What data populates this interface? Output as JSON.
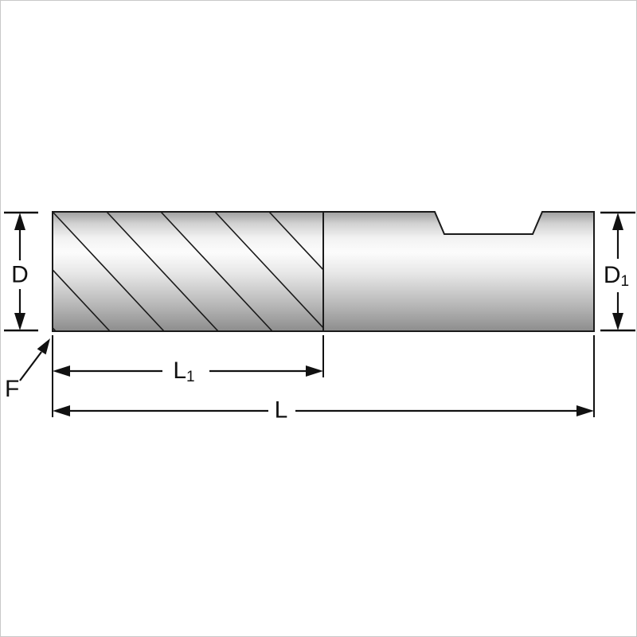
{
  "drawing": {
    "kind": "end-mill-dimension-diagram",
    "dimensions": {
      "d_label": "D",
      "d1_base": "D",
      "d1_subscript": "1",
      "l1_base": "L",
      "l1_subscript": "1",
      "l_label": "L",
      "f_label": "F"
    },
    "colors": {
      "line": "#1a1a1a",
      "background": "#ffffff",
      "metal_light": "#fcfcfc",
      "metal_dark": "#8d8d8d"
    }
  }
}
